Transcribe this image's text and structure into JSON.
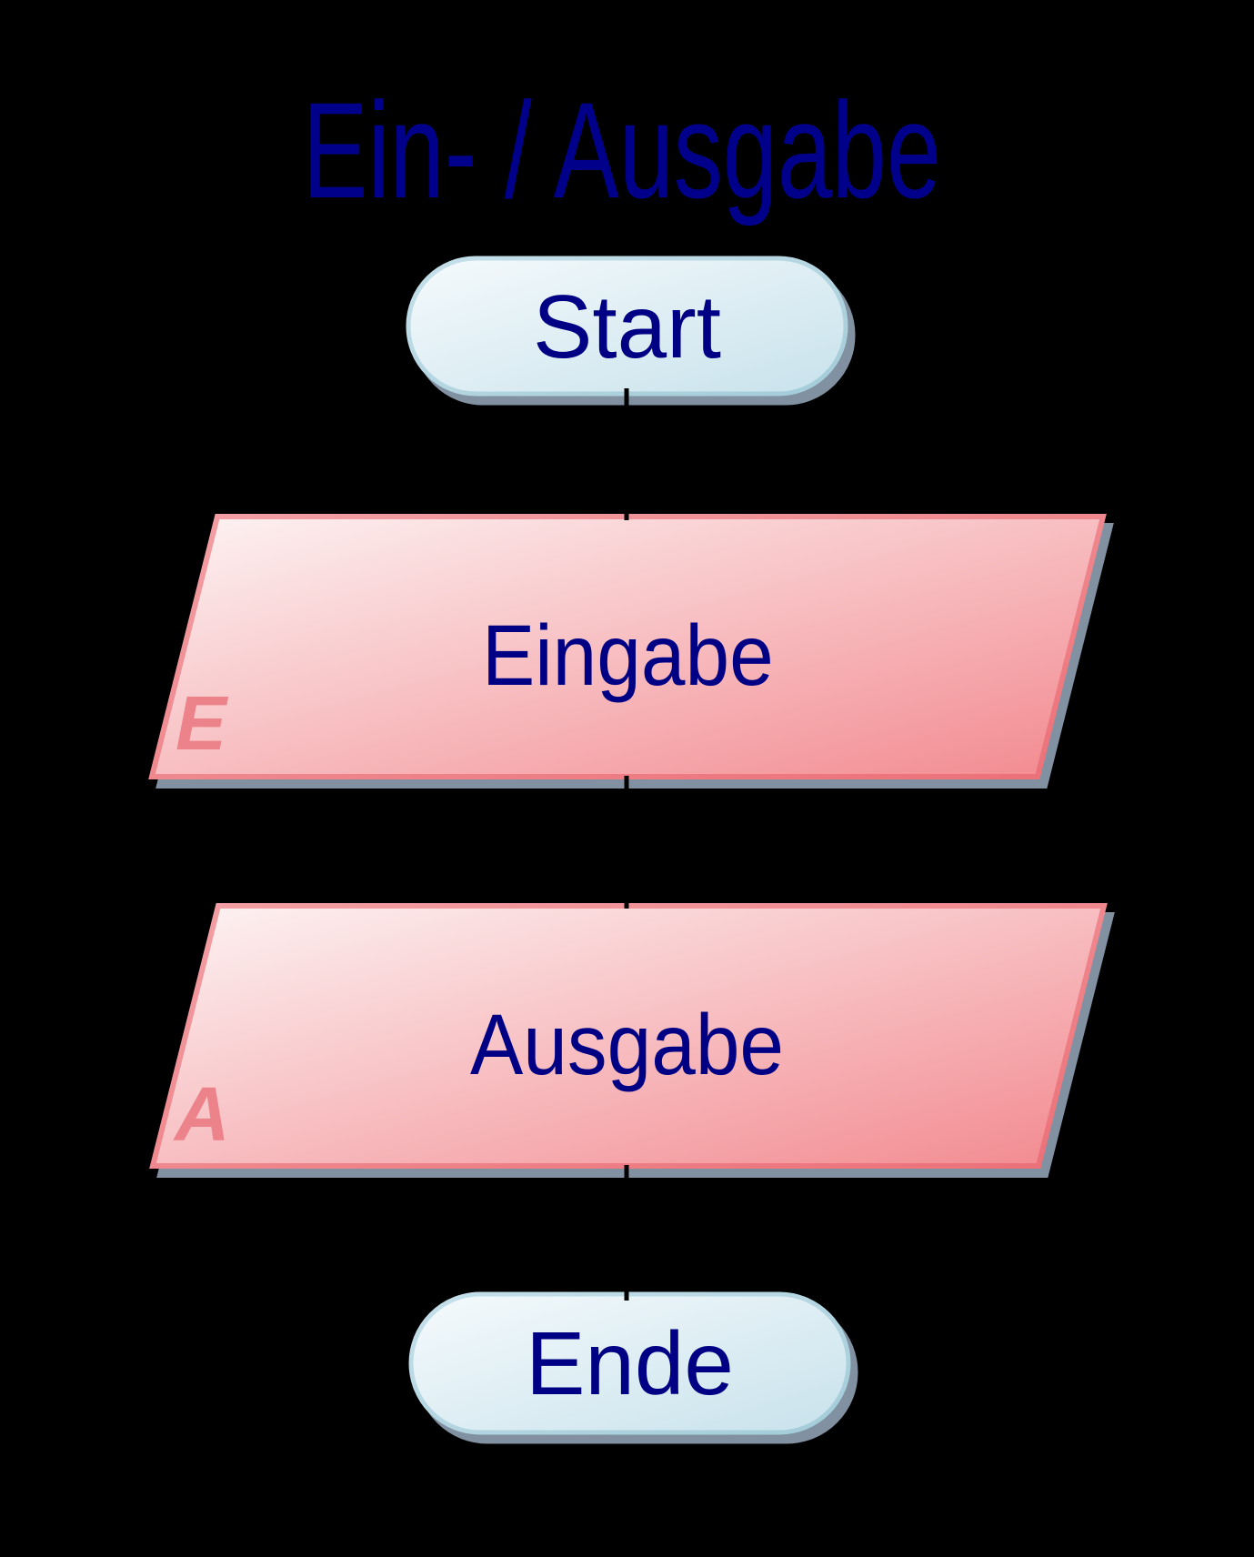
{
  "diagram": {
    "title": "Ein- / Ausgabe",
    "type": "flowchart",
    "background": "#000000",
    "nodes": [
      {
        "id": "start",
        "type": "terminator",
        "label": "Start"
      },
      {
        "id": "eingabe",
        "type": "input-output",
        "label": "Eingabe",
        "corner_marker": "E"
      },
      {
        "id": "ausgabe",
        "type": "input-output",
        "label": "Ausgabe",
        "corner_marker": "A"
      },
      {
        "id": "ende",
        "type": "terminator",
        "label": "Ende"
      }
    ],
    "edges": [
      {
        "from": "start",
        "to": "eingabe"
      },
      {
        "from": "eingabe",
        "to": "ausgabe"
      },
      {
        "from": "ausgabe",
        "to": "ende"
      }
    ],
    "colors": {
      "title_text": "#00008b",
      "node_text": "#000084",
      "terminator_fill_light": "#f5fafc",
      "terminator_fill_dark": "#c8e2ec",
      "terminator_border_light": "#c5e0ea",
      "terminator_border_dark": "#a3ccd9",
      "io_fill_light": "#fdf4f4",
      "io_fill_dark": "#f2898f",
      "io_border_light": "#f2a0a5",
      "io_border_dark": "#ec7078",
      "io_marker_text": "#ed838a",
      "shadow": "#8191a1",
      "connector": "#000000"
    }
  }
}
